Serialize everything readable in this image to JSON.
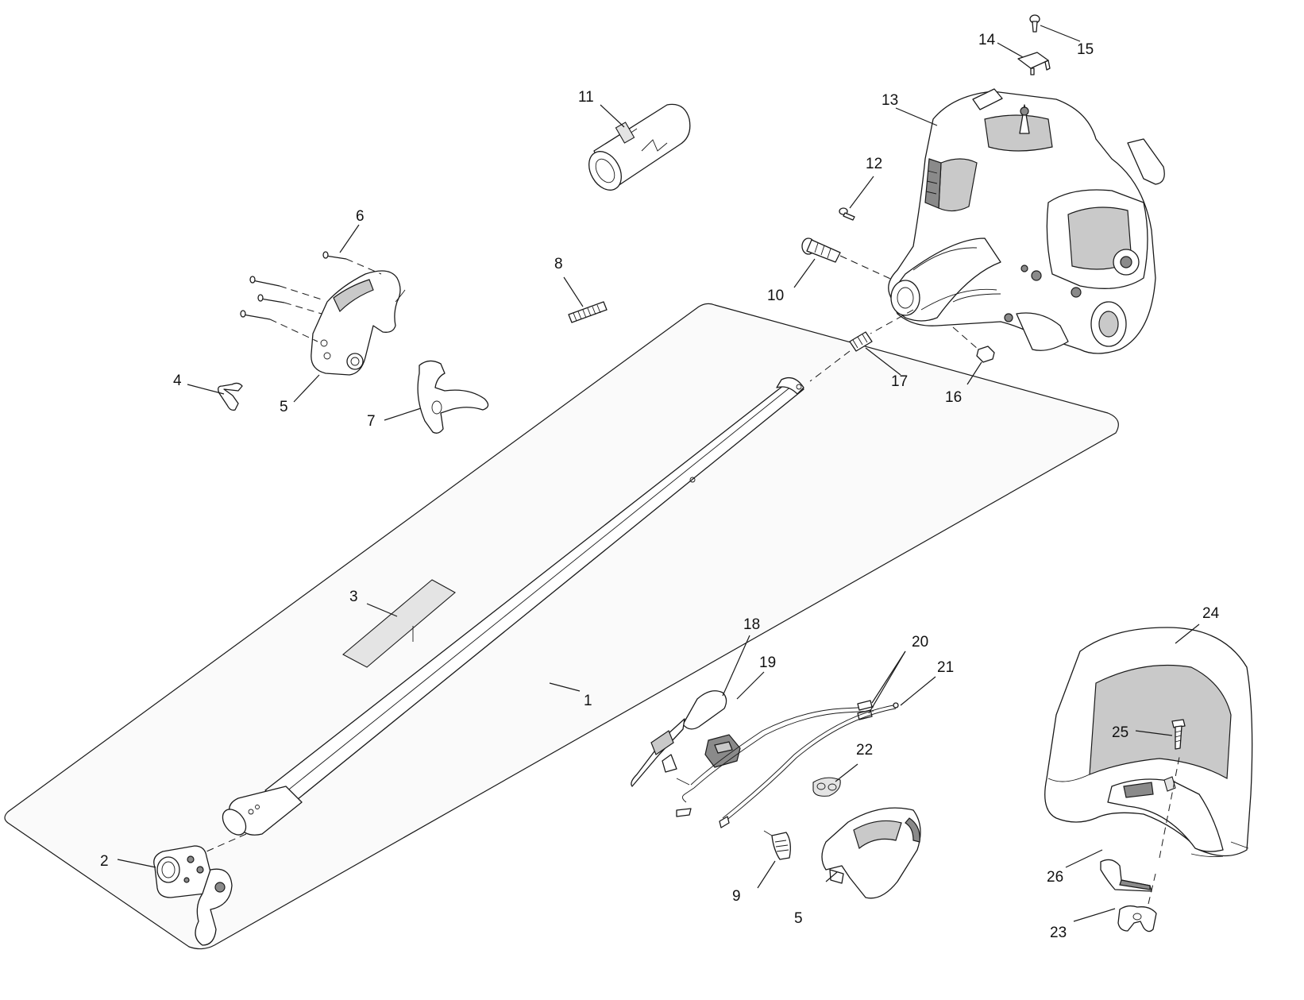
{
  "callouts": [
    {
      "id": "c1",
      "text": "1"
    },
    {
      "id": "c2",
      "text": "2"
    },
    {
      "id": "c3",
      "text": "3"
    },
    {
      "id": "c4",
      "text": "4"
    },
    {
      "id": "c5a",
      "text": "5"
    },
    {
      "id": "c5b",
      "text": "5"
    },
    {
      "id": "c6",
      "text": "6"
    },
    {
      "id": "c7",
      "text": "7"
    },
    {
      "id": "c8",
      "text": "8"
    },
    {
      "id": "c9",
      "text": "9"
    },
    {
      "id": "c10",
      "text": "10"
    },
    {
      "id": "c11",
      "text": "11"
    },
    {
      "id": "c12",
      "text": "12"
    },
    {
      "id": "c13",
      "text": "13"
    },
    {
      "id": "c14",
      "text": "14"
    },
    {
      "id": "c15",
      "text": "15"
    },
    {
      "id": "c16",
      "text": "16"
    },
    {
      "id": "c17",
      "text": "17"
    },
    {
      "id": "c18",
      "text": "18"
    },
    {
      "id": "c19",
      "text": "19"
    },
    {
      "id": "c20",
      "text": "20"
    },
    {
      "id": "c21",
      "text": "21"
    },
    {
      "id": "c22",
      "text": "22"
    },
    {
      "id": "c23",
      "text": "23"
    },
    {
      "id": "c24",
      "text": "24"
    },
    {
      "id": "c25",
      "text": "25"
    },
    {
      "id": "c26",
      "text": "26"
    }
  ],
  "colors": {
    "line": "#1a1a1a",
    "background": "#ffffff",
    "shade_dark": "#8a8a8a",
    "shade_mid": "#c9c9c9"
  }
}
